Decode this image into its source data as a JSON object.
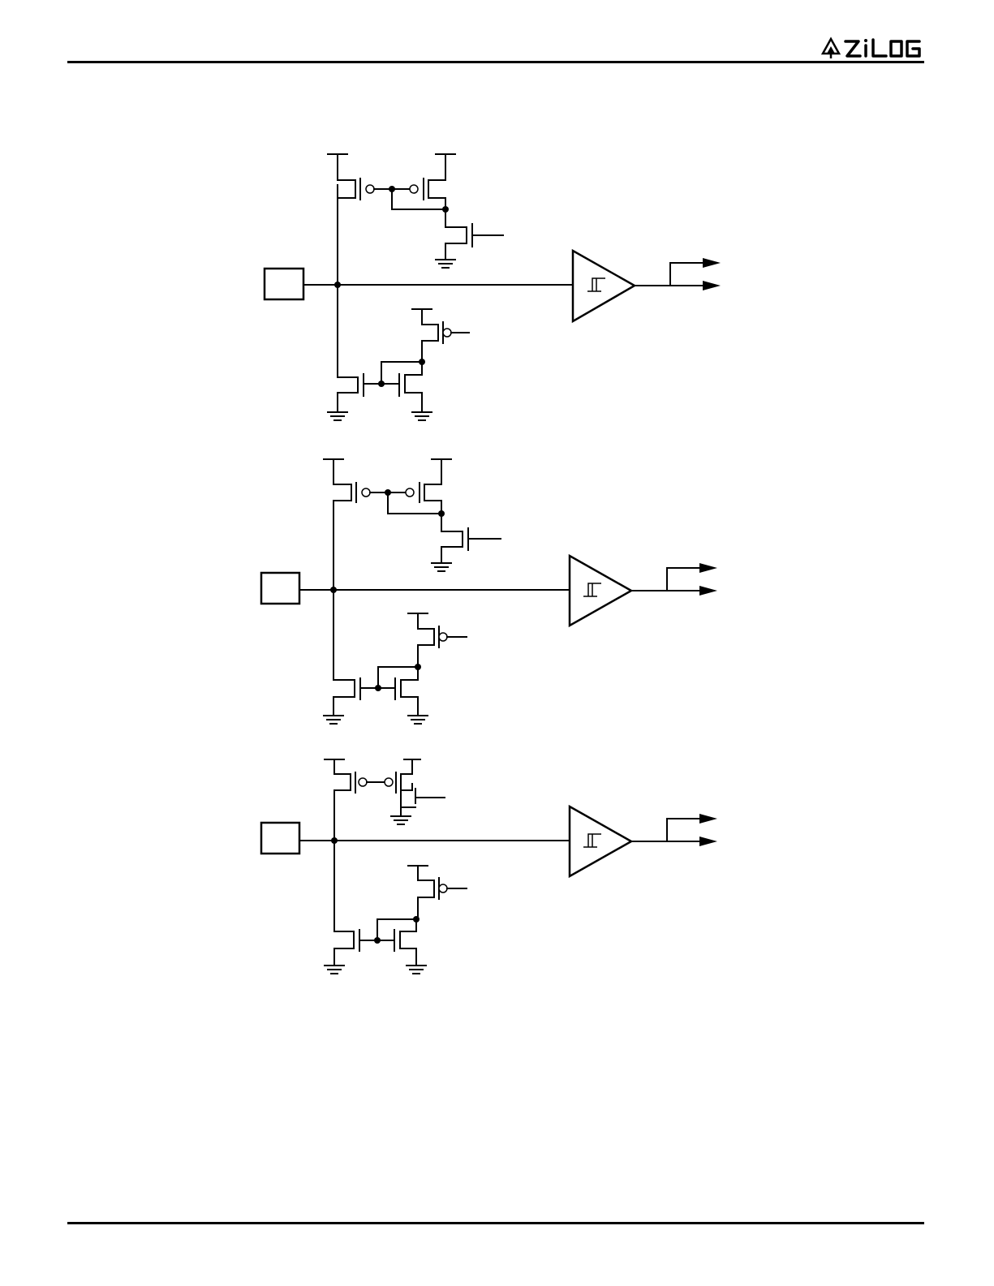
{
  "header": {
    "logo_text": "ZiLOG",
    "logo_icon": "zilog-mark-icon"
  },
  "circuits": [
    {
      "id": "circuit-1",
      "variant": "pull-up and pull-down keepers"
    },
    {
      "id": "circuit-2",
      "variant": "pull-up and pull-down keepers"
    },
    {
      "id": "circuit-3",
      "variant": "single pull-up and pull-down keeper"
    }
  ]
}
